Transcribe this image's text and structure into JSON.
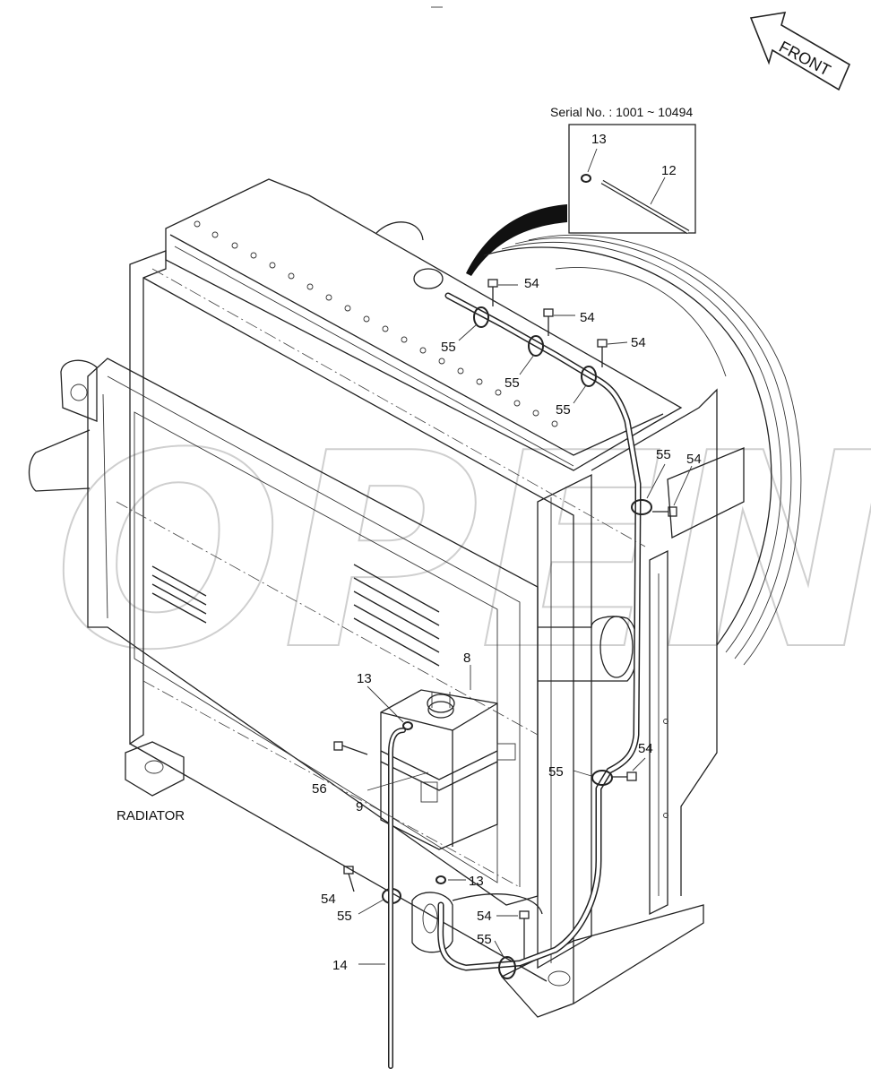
{
  "direction_marker": {
    "label": "FRONT"
  },
  "inset": {
    "serial_label": "Serial No. : 1001 ~ 10494",
    "callouts": [
      "13",
      "12"
    ]
  },
  "component_label": "RADIATOR",
  "watermark_text": "OPEN",
  "callouts": [
    {
      "num": "54"
    },
    {
      "num": "54"
    },
    {
      "num": "54"
    },
    {
      "num": "55"
    },
    {
      "num": "55"
    },
    {
      "num": "55"
    },
    {
      "num": "55"
    },
    {
      "num": "54"
    },
    {
      "num": "8"
    },
    {
      "num": "13"
    },
    {
      "num": "56"
    },
    {
      "num": "9"
    },
    {
      "num": "54"
    },
    {
      "num": "55"
    },
    {
      "num": "13"
    },
    {
      "num": "54"
    },
    {
      "num": "55"
    },
    {
      "num": "54"
    },
    {
      "num": "55"
    },
    {
      "num": "14"
    }
  ]
}
